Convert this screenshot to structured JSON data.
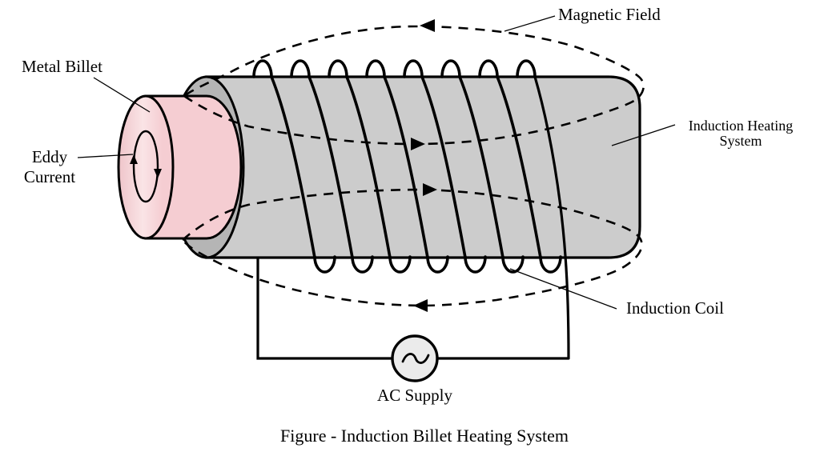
{
  "figure": {
    "caption": "Figure - Induction Billet Heating System",
    "labels": {
      "magnetic_field": "Magnetic Field",
      "metal_billet": "Metal Billet",
      "eddy_current_line1": "Eddy",
      "eddy_current_line2": "Current",
      "induction_heating_line1": "Induction Heating",
      "induction_heating_line2": "System",
      "induction_coil": "Induction Coil",
      "ac_supply": "AC Supply"
    },
    "colors": {
      "background": "#ffffff",
      "line": "#000000",
      "cylinder_body": "#cccccc",
      "cylinder_end_cap": "#b5b5b5",
      "billet_body": "#f5cdd2",
      "billet_face_dark": "#efc5ca",
      "billet_face_light": "#fae4e6",
      "ac_source_fill": "#ebebeb"
    }
  }
}
